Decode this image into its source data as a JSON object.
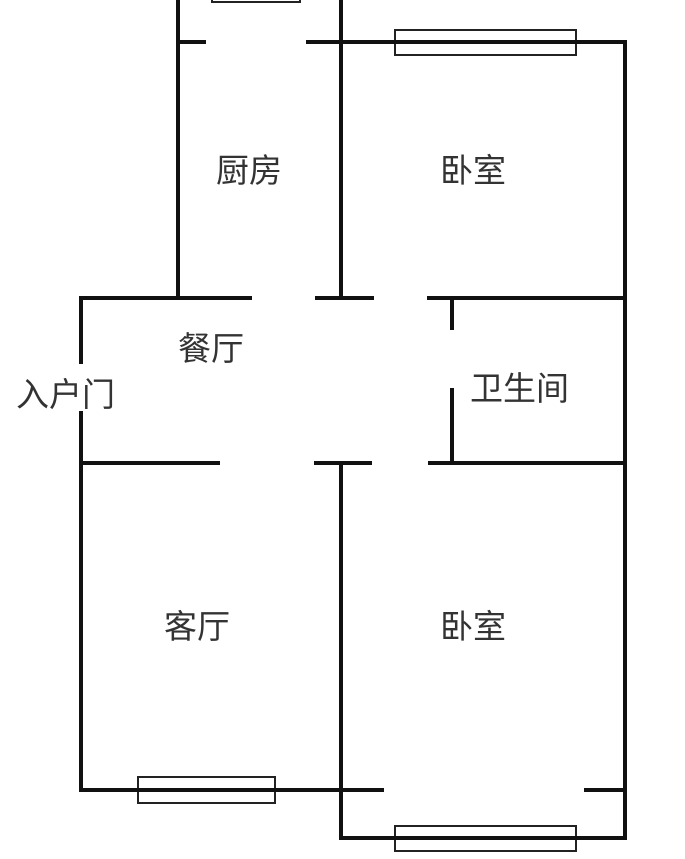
{
  "floor_plan": {
    "rooms": {
      "kitchen": "厨房",
      "bedroom_north": "卧室",
      "dining": "餐厅",
      "entrance": "入户门",
      "bathroom": "卫生间",
      "living_room": "客厅",
      "bedroom_south": "卧室"
    },
    "colors": {
      "wall": "#111111",
      "text": "#333333",
      "background": "#ffffff"
    }
  }
}
